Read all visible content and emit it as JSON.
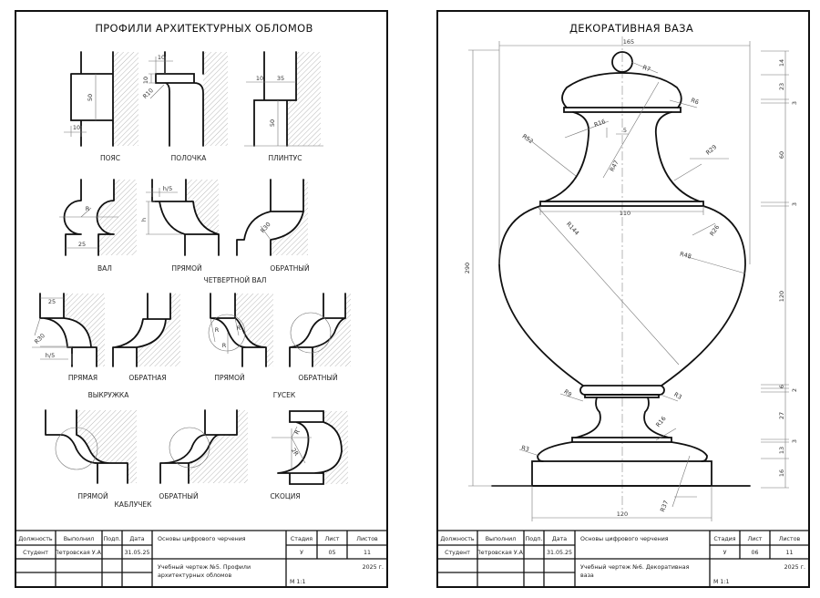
{
  "sheet1": {
    "title": "ПРОФИЛИ АРХИТЕКТУРНЫХ ОБЛОМОВ",
    "labels": {
      "poyas": "ПОЯС",
      "polochka": "ПОЛОЧКА",
      "plintus": "ПЛИНТУС",
      "val": "ВАЛ",
      "val_direct": "ПРЯМОЙ",
      "val_reverse": "ОБРАТНЫЙ",
      "quarter_val": "ЧЕТВЕРТНОЙ ВАЛ",
      "vykr_direct": "ПРЯМАЯ",
      "vykr_reverse": "ОБРАТНАЯ",
      "vykruzhka": "ВЫКРУЖКА",
      "gusek_direct": "ПРЯМОЙ",
      "gusek_reverse": "ОБРАТНЫЙ",
      "gusek": "ГУСЕК",
      "kabl_direct": "ПРЯМОЙ",
      "kabl_reverse": "ОБРАТНЫЙ",
      "kabluchek": "КАБЛУЧЕК",
      "skotsiya": "СКОЦИЯ"
    },
    "dims": {
      "poyas_h": "50",
      "poyas_w": "10",
      "pol_w": "10",
      "pol_h": "10",
      "pol_r": "R10",
      "pl_w": "10",
      "pl_d": "35",
      "pl_h": "50",
      "val_r": "R",
      "val_w": "25",
      "qv_h5": "h/5",
      "qv_h": "h",
      "qv_r": "R30",
      "vy_w": "25",
      "vy_r": "R30",
      "vy_h5": "h/5",
      "gu_r1": "R",
      "gu_r2": "R",
      "gu_r3": "R",
      "sk_r": "R",
      "sk_2r": "2R"
    },
    "title_block": {
      "headers": [
        "Должность",
        "Выполнил",
        "Подп.",
        "Дата"
      ],
      "row": [
        "Студент",
        "Петровская У.А.",
        "",
        "31.05.25"
      ],
      "course": "Основы цифрового черчения",
      "stage_headers": [
        "Стадия",
        "Лист",
        "Листов"
      ],
      "stage_values": [
        "У",
        "05",
        "11"
      ],
      "drawing_title_1": "Учебный чертеж №5. Профили",
      "drawing_title_2": "архитектурных обломов",
      "year": "2025 г.",
      "scale": "М 1:1"
    }
  },
  "sheet2": {
    "title": "ДЕКОРАТИВНАЯ ВАЗА",
    "dims": {
      "width_top": "165",
      "height_total": "290",
      "rim_width": "110",
      "base_width": "120",
      "r7": "R7",
      "r6": "R6",
      "r16a": "R16",
      "five": "5",
      "r52": "R52",
      "r47": "R47",
      "r29": "R29",
      "r144": "R144",
      "r26": "R26",
      "r48": "R48",
      "r9": "R9",
      "r3a": "R3",
      "r16b": "R16",
      "r3b": "R3",
      "r37": "R37"
    },
    "chain": [
      "14",
      "23",
      "3",
      "60",
      "3",
      "120",
      "6",
      "2",
      "27",
      "3",
      "13",
      "16"
    ],
    "title_block": {
      "headers": [
        "Должность",
        "Выполнил",
        "Подп.",
        "Дата"
      ],
      "row": [
        "Студент",
        "Петровская У.А.",
        "",
        "31.05.25"
      ],
      "course": "Основы цифрового черчения",
      "stage_headers": [
        "Стадия",
        "Лист",
        "Листов"
      ],
      "stage_values": [
        "У",
        "06",
        "11"
      ],
      "drawing_title_1": "Учебный чертеж №6. Декоративная",
      "drawing_title_2": "ваза",
      "year": "2025 г.",
      "scale": "М 1:1"
    }
  }
}
